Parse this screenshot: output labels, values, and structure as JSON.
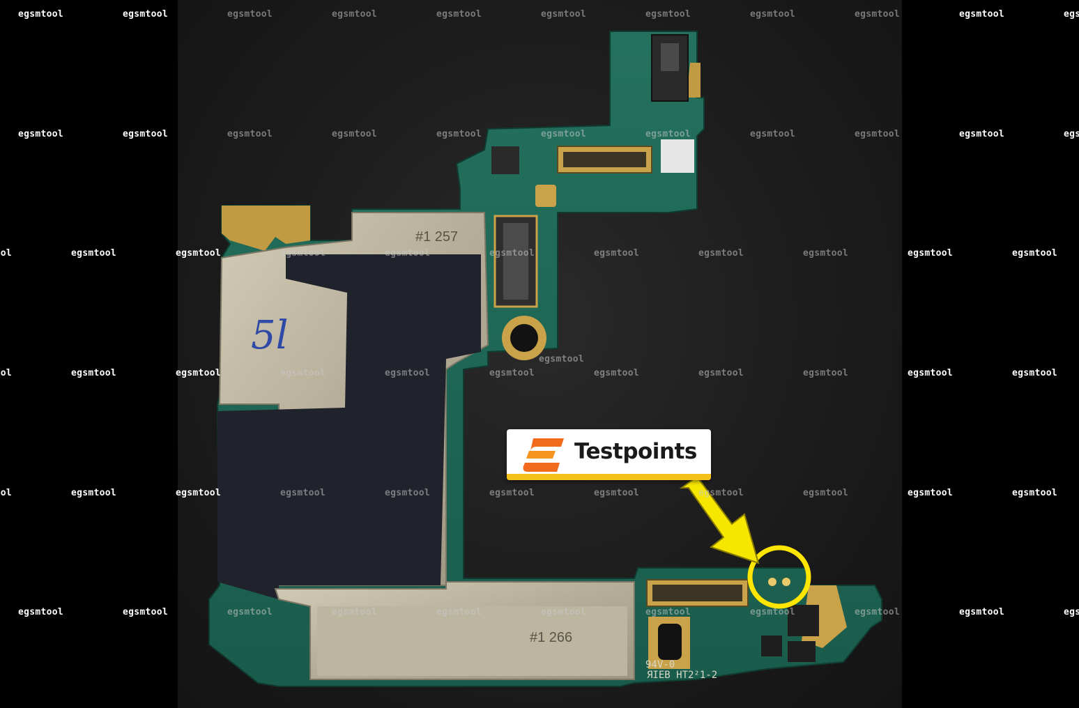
{
  "watermark": {
    "text": "egsmtool"
  },
  "badge": {
    "label": "Testpoints",
    "brand_color": "#f26a1b",
    "stripe_color": "#f5c21b"
  },
  "board": {
    "shield_top_label": "#1 257",
    "shield_bottom_label": "#1 266",
    "marker_text": "5l",
    "silkscreen_line1": "94V-0",
    "silkscreen_line2": "ЯIEB HT2²1-2"
  },
  "colors": {
    "pcb": "#1f6b5a",
    "shield": "#b8b09a",
    "gold": "#c9a24a",
    "arrow": "#f7e600",
    "highlight": "#ffe600"
  }
}
